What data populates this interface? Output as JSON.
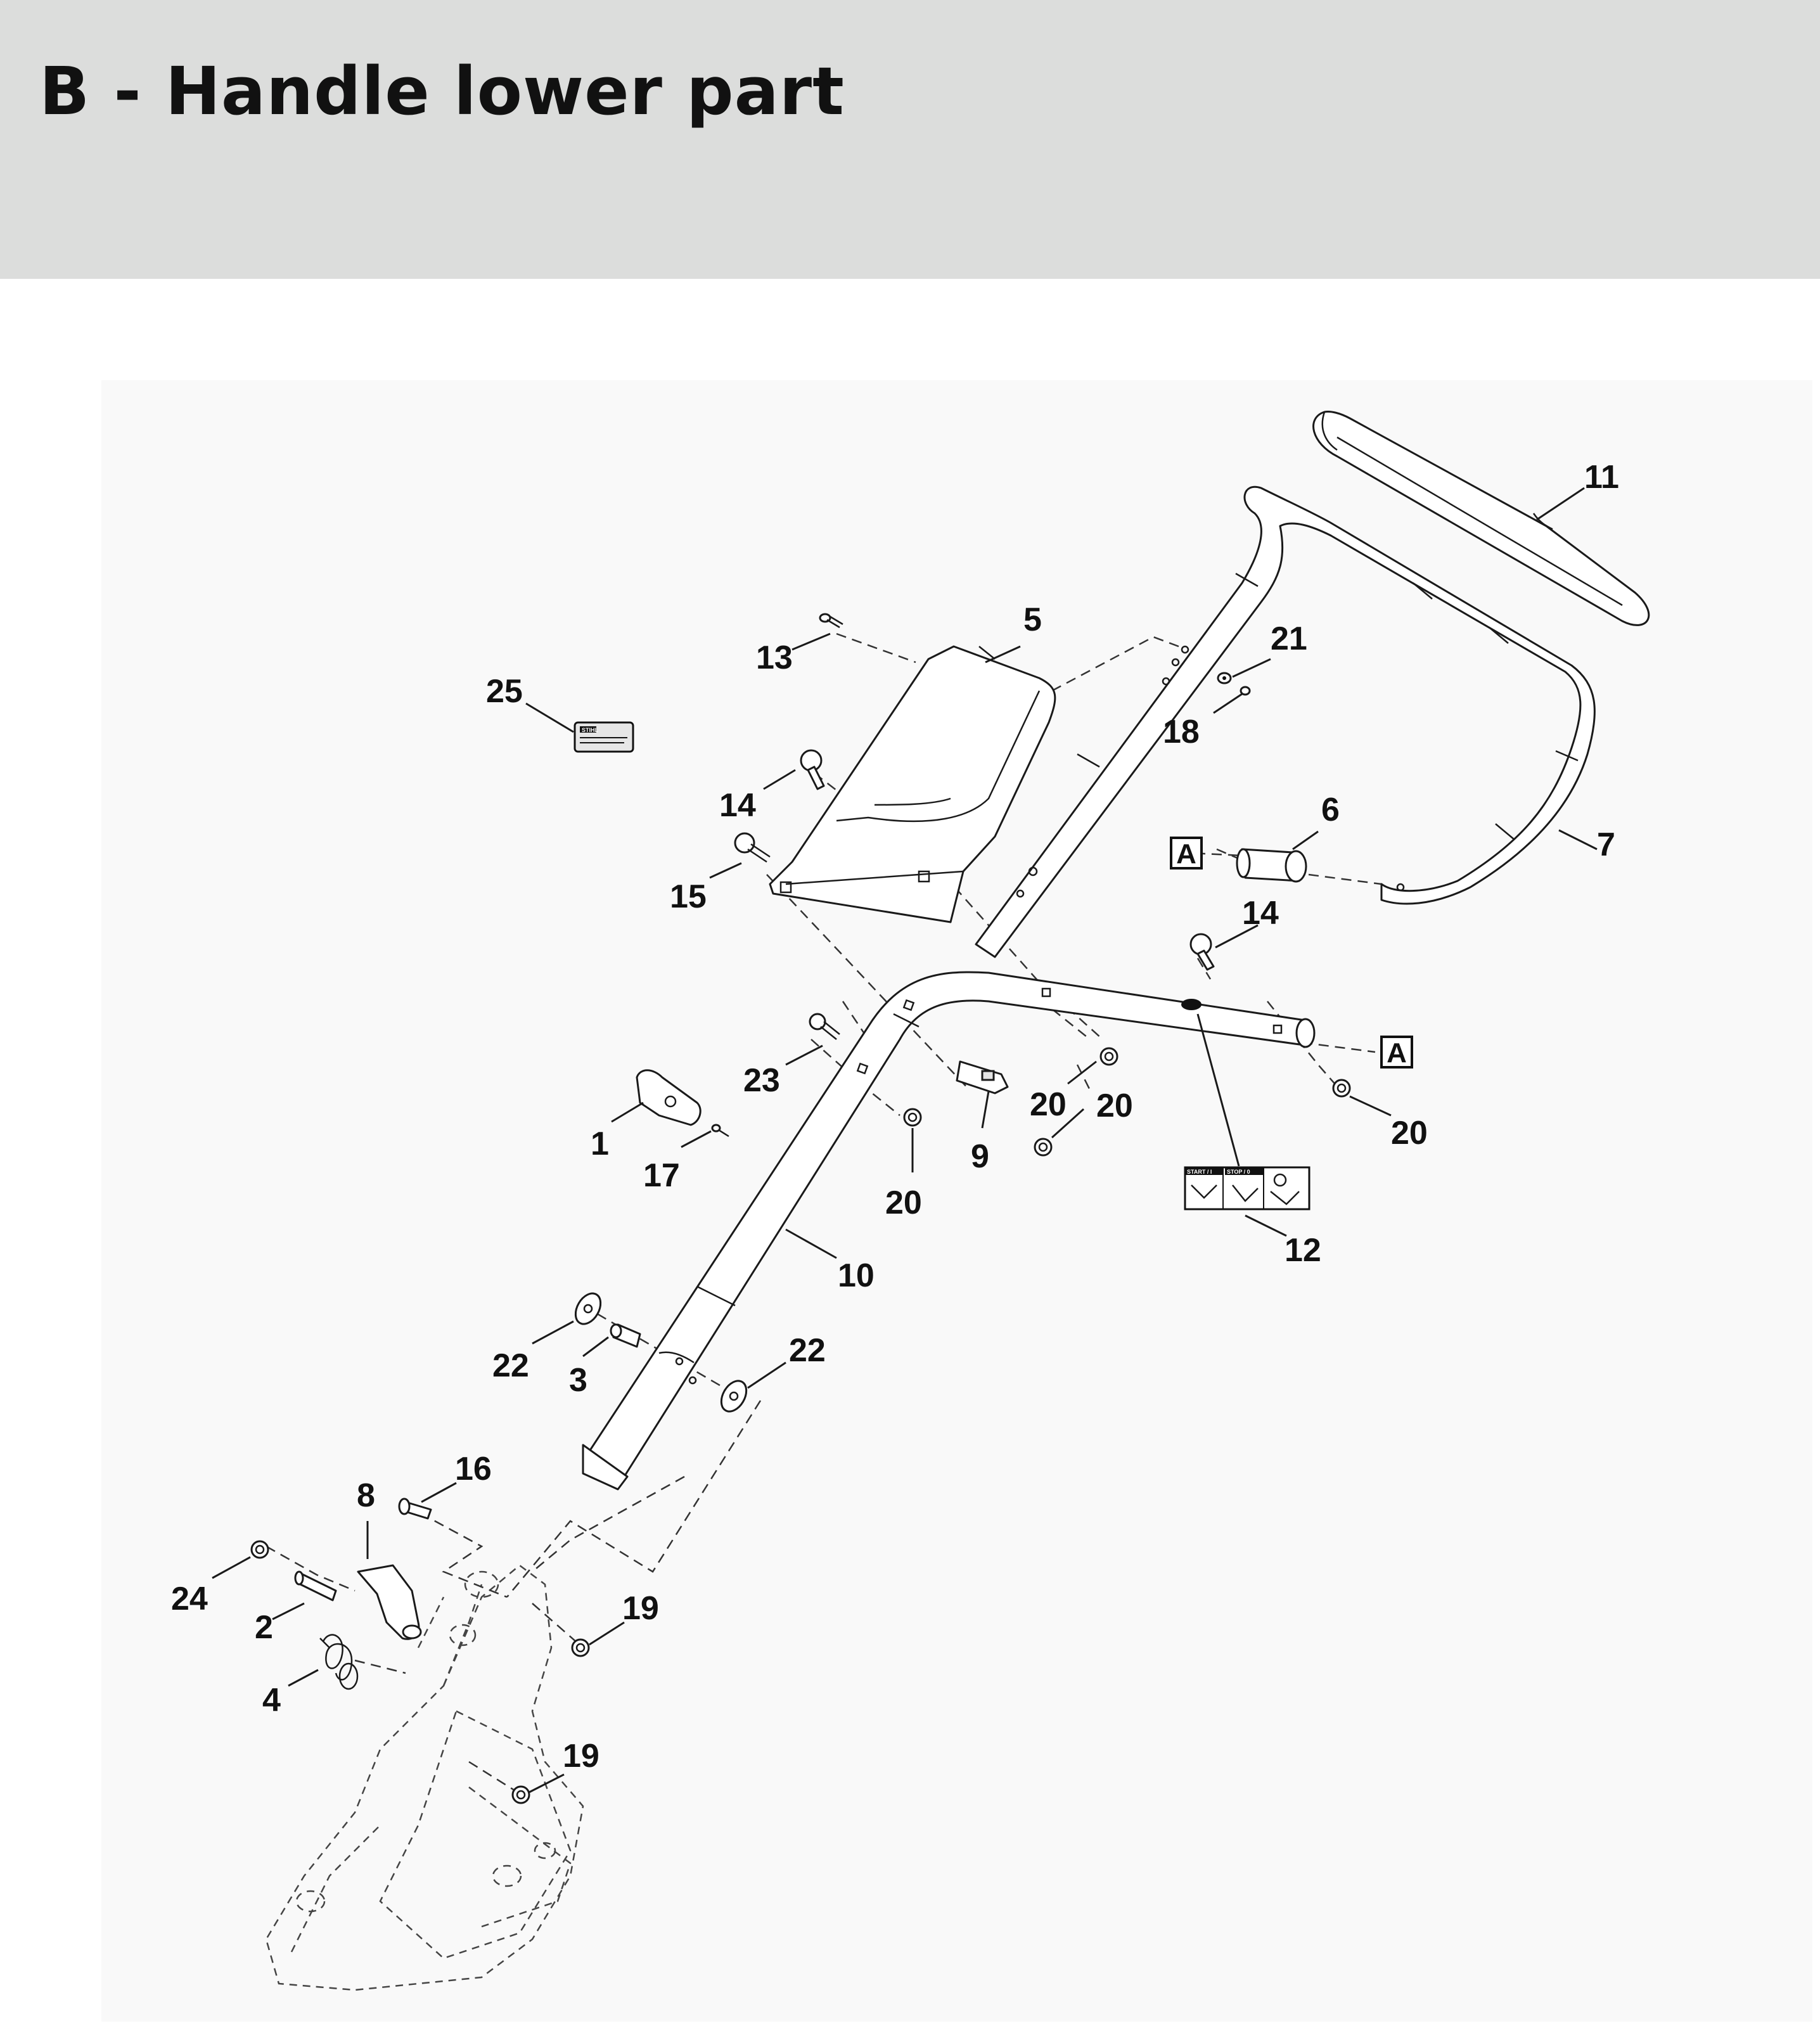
{
  "header": {
    "title": "B - Handle lower part",
    "background": "#dcdddc"
  },
  "diagram": {
    "callouts": {
      "c1": "1",
      "c2": "2",
      "c3": "3",
      "c4": "4",
      "c5": "5",
      "c6": "6",
      "c7": "7",
      "c8": "8",
      "c9": "9",
      "c10": "10",
      "c11": "11",
      "c12": "12",
      "c13": "13",
      "c14a": "14",
      "c14b": "14",
      "c15": "15",
      "c16": "16",
      "c17": "17",
      "c18": "18",
      "c19a": "19",
      "c19b": "19",
      "c20a": "20",
      "c20b": "20",
      "c20c": "20",
      "c20d": "20",
      "c21": "21",
      "c22a": "22",
      "c22b": "22",
      "c23": "23",
      "c24": "24",
      "c25": "25"
    },
    "connection_marks": {
      "a_upper": "A",
      "a_lower": "A"
    },
    "control_label": {
      "start": "START / I",
      "stop": "STOP / 0"
    },
    "brand_label": "STIHL"
  }
}
